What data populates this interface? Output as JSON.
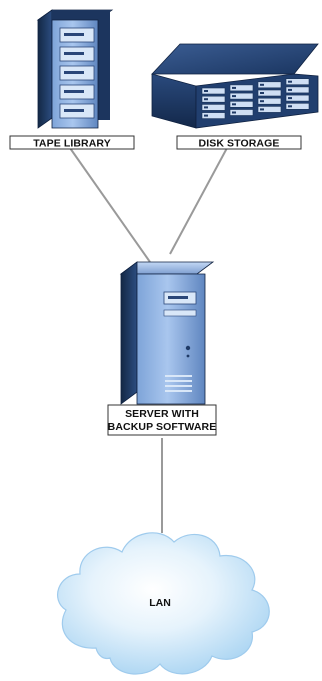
{
  "diagram": {
    "nodes": {
      "tape_library": {
        "label": "TAPE LIBRARY",
        "icon": "tape-library-icon"
      },
      "disk_storage": {
        "label": "DISK STORAGE",
        "icon": "disk-array-icon"
      },
      "server": {
        "label_line1": "SERVER WITH",
        "label_line2": "BACKUP SOFTWARE",
        "icon": "tower-server-icon"
      },
      "lan": {
        "label": "LAN",
        "icon": "cloud-icon"
      }
    },
    "connections": [
      {
        "from": "tape_library",
        "to": "server"
      },
      {
        "from": "disk_storage",
        "to": "server"
      },
      {
        "from": "server",
        "to": "lan"
      }
    ],
    "colors": {
      "device_dark": "#1f3a66",
      "device_light": "#8fb4e3",
      "connector": "#9a9a9a",
      "cloud": "#cfe7f8"
    }
  }
}
